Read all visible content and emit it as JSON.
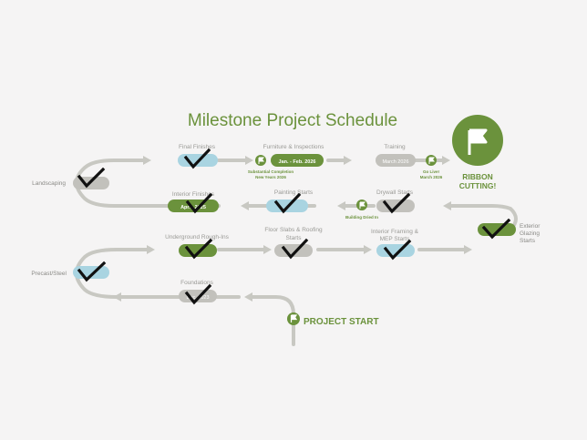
{
  "title": "Milestone Project Schedule",
  "colors": {
    "accent_green": "#6b923c",
    "path_gray": "#c8c8c2",
    "pill_gray": "#c2c1bc",
    "pill_blue": "#a9d4e1",
    "label_gray": "#9a9a96",
    "background": "#f5f4f4",
    "check": "#111111"
  },
  "start_label": "PROJECT START",
  "finish_label_line1": "RIBBON",
  "finish_label_line2": "CUTTING!",
  "milestones": [
    {
      "id": "foundations",
      "label": "Foundations",
      "pill_text": "Dec. 2023",
      "checked": true
    },
    {
      "id": "precast-steel",
      "label": "Precast/Steel",
      "pill_text": "",
      "checked": true
    },
    {
      "id": "underground-rough-ins",
      "label": "Underground Rough-Ins",
      "pill_text": "",
      "checked": true
    },
    {
      "id": "floor-slabs-roofing",
      "label_line1": "Floor Slabs & Roofing",
      "label_line2": "Starts",
      "pill_text": "",
      "checked": true
    },
    {
      "id": "interior-framing-mep",
      "label_line1": "Interior Framing &",
      "label_line2": "MEP Starts",
      "pill_text": "",
      "checked": true
    },
    {
      "id": "exterior-glazing",
      "label_line1": "Exterior",
      "label_line2": "Glazing",
      "label_line3": "Starts",
      "pill_text": "",
      "checked": true
    },
    {
      "id": "drywall-starts",
      "label": "Drywall Starts",
      "pill_text": "",
      "checked": true
    },
    {
      "id": "painting-starts",
      "label": "Painting Starts",
      "pill_text": "",
      "checked": true
    },
    {
      "id": "interior-finishes",
      "label": "Interior Finishes",
      "pill_text": "Apr. - 2025",
      "checked": true
    },
    {
      "id": "landscaping",
      "label": "Landscaping",
      "pill_text": "",
      "checked": true
    },
    {
      "id": "final-finishes",
      "label": "Final Finishes",
      "pill_text": "",
      "checked": true
    },
    {
      "id": "furniture-inspections",
      "label": "Furniture & Inspections",
      "pill_text": "Jan. - Feb. 2026",
      "checked": false
    },
    {
      "id": "training",
      "label": "Training",
      "pill_text": "March 2026",
      "checked": false
    }
  ],
  "flags": {
    "building_dried_in": "Building Dried In",
    "substantial_line1": "Substantial Completion",
    "substantial_line2": "New Years 2026",
    "go_live_line1": "Go Live!",
    "go_live_line2": "March 2026"
  }
}
